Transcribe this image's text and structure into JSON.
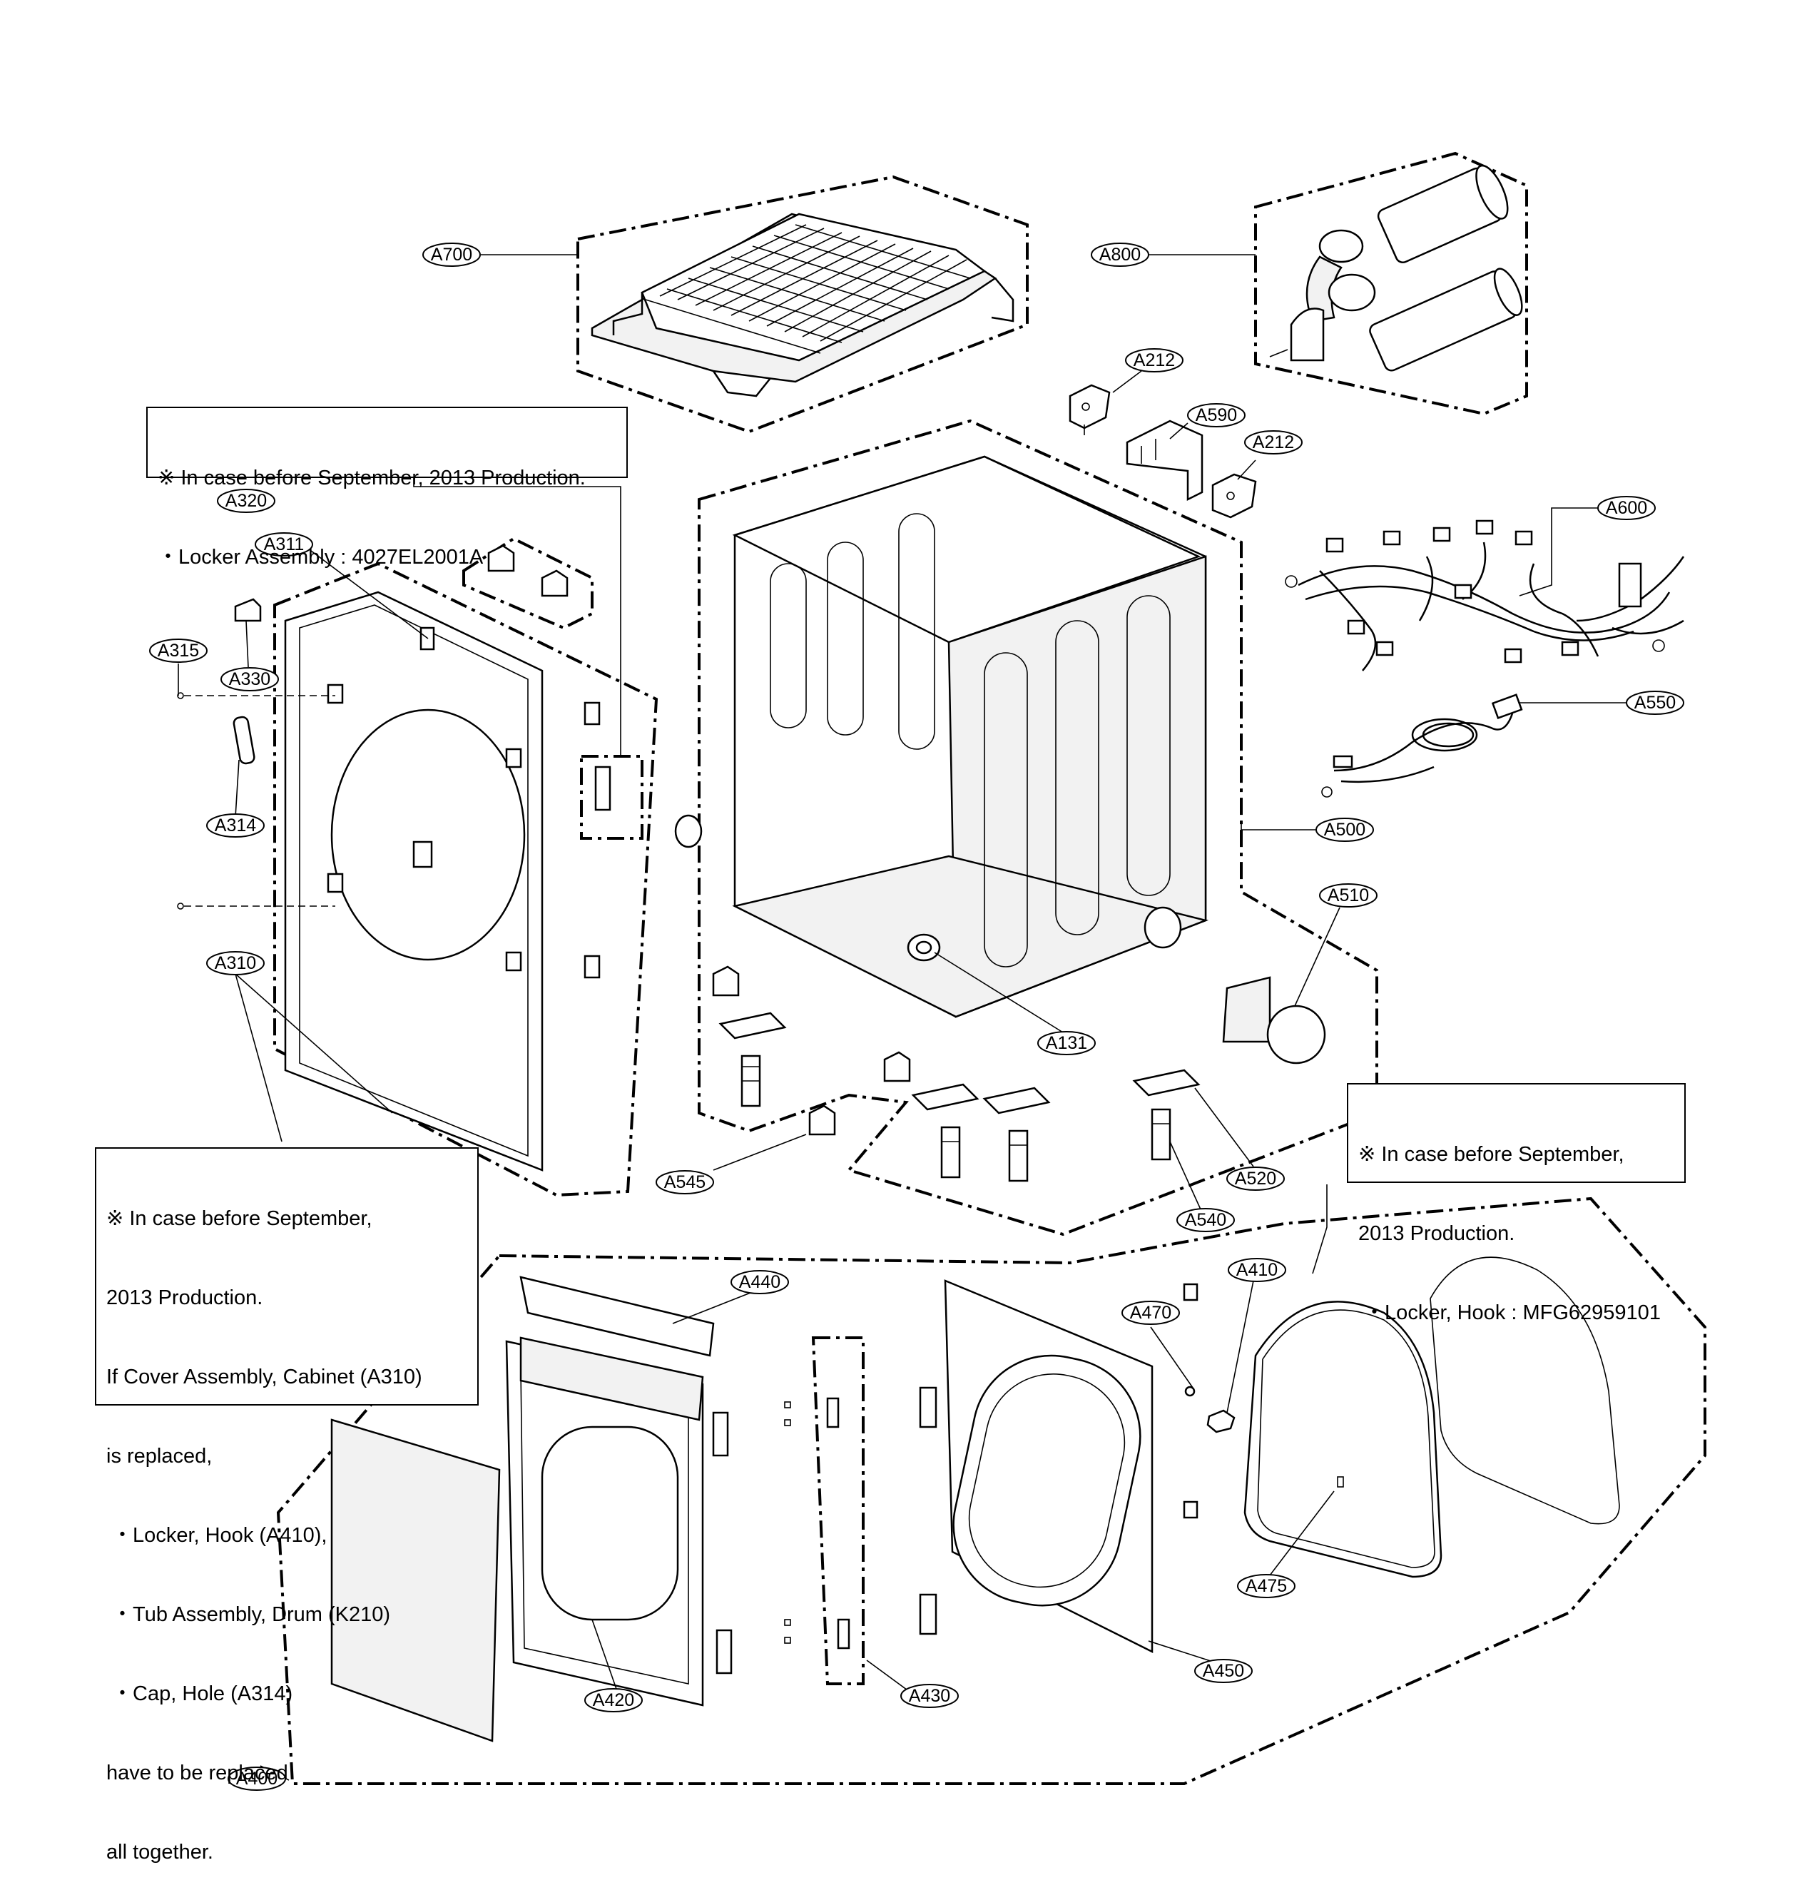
{
  "callouts": [
    {
      "id": "a700",
      "label": "A700"
    },
    {
      "id": "a800",
      "label": "A800"
    },
    {
      "id": "a212-top",
      "label": "A212"
    },
    {
      "id": "a590",
      "label": "A590"
    },
    {
      "id": "a212-bottom",
      "label": "A212"
    },
    {
      "id": "a600",
      "label": "A600"
    },
    {
      "id": "a320",
      "label": "A320"
    },
    {
      "id": "a311",
      "label": "A311"
    },
    {
      "id": "a315",
      "label": "A315"
    },
    {
      "id": "a330",
      "label": "A330"
    },
    {
      "id": "a314",
      "label": "A314"
    },
    {
      "id": "a310",
      "label": "A310"
    },
    {
      "id": "a550",
      "label": "A550"
    },
    {
      "id": "a500",
      "label": "A500"
    },
    {
      "id": "a510",
      "label": "A510"
    },
    {
      "id": "a131",
      "label": "A131"
    },
    {
      "id": "a545",
      "label": "A545"
    },
    {
      "id": "a520",
      "label": "A520"
    },
    {
      "id": "a540",
      "label": "A540"
    },
    {
      "id": "a410",
      "label": "A410"
    },
    {
      "id": "a440",
      "label": "A440"
    },
    {
      "id": "a470",
      "label": "A470"
    },
    {
      "id": "a475",
      "label": "A475"
    },
    {
      "id": "a420",
      "label": "A420"
    },
    {
      "id": "a430",
      "label": "A430"
    },
    {
      "id": "a450",
      "label": "A450"
    },
    {
      "id": "a400",
      "label": "A400"
    }
  ],
  "notes": {
    "locker_assembly": {
      "lines": [
        "※ In case before September, 2013 Production.",
        "・Locker Assembly : 4027EL2001A"
      ]
    },
    "locker_hook": {
      "lines": [
        "※ In case before September,",
        "2013 Production.",
        " ・Locker, Hook : MFG62959101"
      ]
    },
    "cover_assembly": {
      "lines": [
        "※ In case before September,",
        "2013 Production.",
        "If Cover Assembly, Cabinet (A310)",
        "is replaced,",
        " ・Locker, Hook (A410),",
        " ・Tub Assembly, Drum (K210)",
        " ・Cap, Hole (A314)",
        "have to be replaced",
        "all together."
      ]
    }
  }
}
